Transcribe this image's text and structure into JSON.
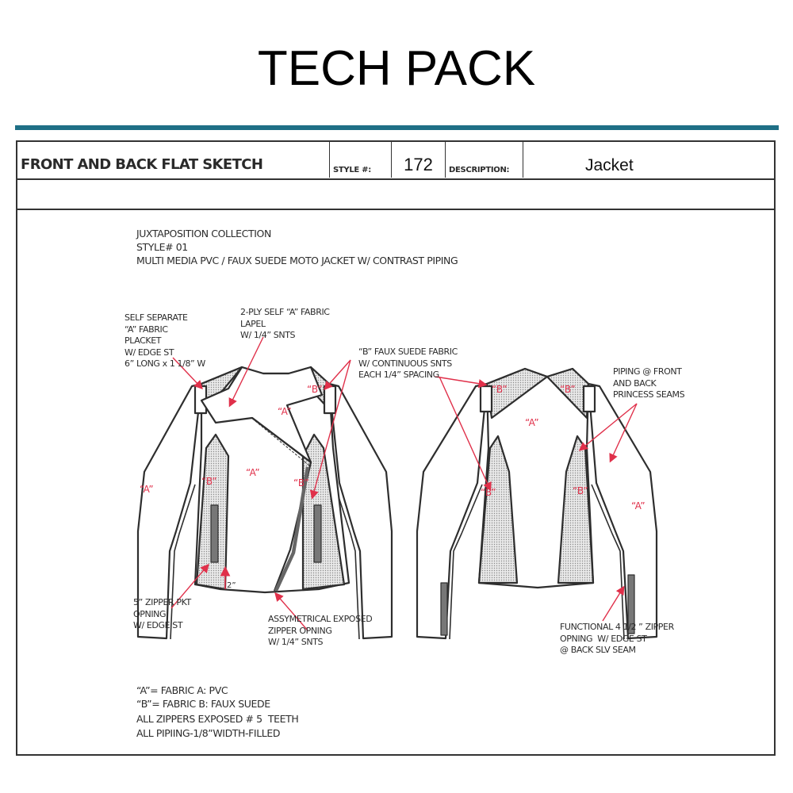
{
  "page": {
    "title": "TECH PACK",
    "accent_color": "#1f6f86",
    "annotation_color": "#e0304a"
  },
  "header": {
    "section_title": "FRONT AND BACK FLAT SKETCH",
    "style_label": "STYLE #:",
    "style_value": "172",
    "description_label": "DESCRIPTION:",
    "description_value": "Jacket"
  },
  "collection": {
    "line1": "JUXTAPOSITION COLLECTION",
    "line2": "STYLE# 01",
    "line3": "MULTI MEDIA PVC / FAUX SUEDE MOTO JACKET W/ CONTRAST PIPING"
  },
  "callouts": {
    "placket": "SELF SEPARATE\n“A” FABRIC\nPLACKET\nW/ EDGE ST\n6” LONG x 1 1/8” W",
    "lapel": "2-PLY SELF “A” FABRIC\nLAPEL\nW/ 1/4” SNTS",
    "suede": "“B” FAUX SUEDE FABRIC\nW/ CONTINUOUS SNTS\nEACH 1/4” SPACING",
    "piping": "PIPING @ FRONT\nAND BACK\nPRINCESS SEAMS",
    "zipper_pocket": "5” ZIPPER PKT\nOPNING\nW/ EDGE ST",
    "asym_zipper": "ASSYMETRICAL EXPOSED\nZIPPER OPNING\nW/ 1/4” SNTS",
    "sleeve_zipper": "FUNCTIONAL 4 1/2 ” ZIPPER\nOPNING  W/ EDGE ST\n@ BACK SLV SEAM"
  },
  "sketch_labels": {
    "fabric_a": "“A”",
    "fabric_b": "“B”",
    "pocket_offset": "2”"
  },
  "legend": {
    "line1": "“A”= FABRIC A: PVC",
    "line2": "“B”= FABRIC B: FAUX SUEDE",
    "line3": "ALL ZIPPERS EXPOSED # 5  TEETH",
    "line4": "ALL PIPIING-1/8”WIDTH-FILLED"
  }
}
